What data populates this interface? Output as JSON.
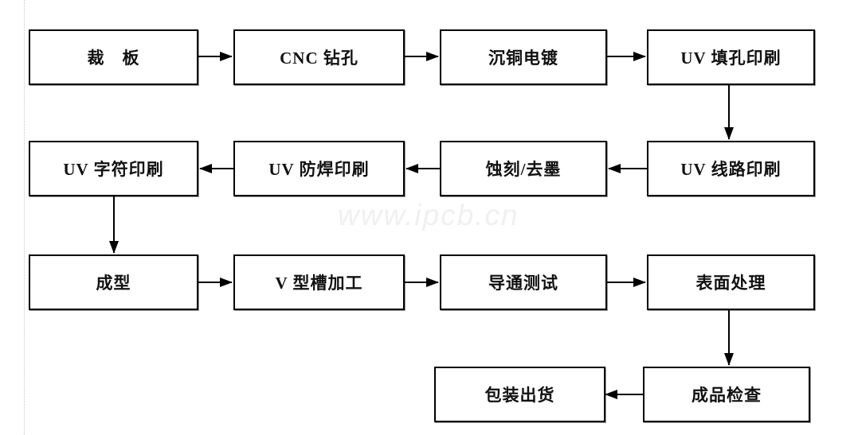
{
  "watermark": {
    "text": "www.ipcb.cn",
    "color": "#f0f0f0"
  },
  "colors": {
    "background": "#ffffff",
    "box_fill": "#ffffff",
    "box_border": "#000000",
    "text": "#111111",
    "arrow": "#000000"
  },
  "flow": {
    "type": "process-flowchart",
    "nodes": [
      {
        "id": "cut-board",
        "label": "裁　板"
      },
      {
        "id": "cnc-drilling",
        "label": "CNC 钻孔"
      },
      {
        "id": "copper-deposition-plating",
        "label": "沉铜电镀"
      },
      {
        "id": "uv-hole-filling-printing",
        "label": "UV 填孔印刷"
      },
      {
        "id": "uv-circuit-printing",
        "label": "UV 线路印刷"
      },
      {
        "id": "etching-ink-removal",
        "label": "蚀刻/去墨"
      },
      {
        "id": "uv-solder-mask-printing",
        "label": "UV 防焊印刷"
      },
      {
        "id": "uv-legend-printing",
        "label": "UV 字符印刷"
      },
      {
        "id": "forming",
        "label": "成型"
      },
      {
        "id": "v-groove-machining",
        "label": "V 型槽加工"
      },
      {
        "id": "continuity-test",
        "label": "导通测试"
      },
      {
        "id": "surface-finish",
        "label": "表面处理"
      },
      {
        "id": "final-inspection",
        "label": "成品检查"
      },
      {
        "id": "packing-shipment",
        "label": "包装出货"
      }
    ],
    "edges": [
      {
        "from": "cut-board",
        "to": "cnc-drilling"
      },
      {
        "from": "cnc-drilling",
        "to": "copper-deposition-plating"
      },
      {
        "from": "copper-deposition-plating",
        "to": "uv-hole-filling-printing"
      },
      {
        "from": "uv-hole-filling-printing",
        "to": "uv-circuit-printing"
      },
      {
        "from": "uv-circuit-printing",
        "to": "etching-ink-removal"
      },
      {
        "from": "etching-ink-removal",
        "to": "uv-solder-mask-printing"
      },
      {
        "from": "uv-solder-mask-printing",
        "to": "uv-legend-printing"
      },
      {
        "from": "uv-legend-printing",
        "to": "forming"
      },
      {
        "from": "forming",
        "to": "v-groove-machining"
      },
      {
        "from": "v-groove-machining",
        "to": "continuity-test"
      },
      {
        "from": "continuity-test",
        "to": "surface-finish"
      },
      {
        "from": "surface-finish",
        "to": "final-inspection"
      },
      {
        "from": "final-inspection",
        "to": "packing-shipment"
      }
    ]
  }
}
